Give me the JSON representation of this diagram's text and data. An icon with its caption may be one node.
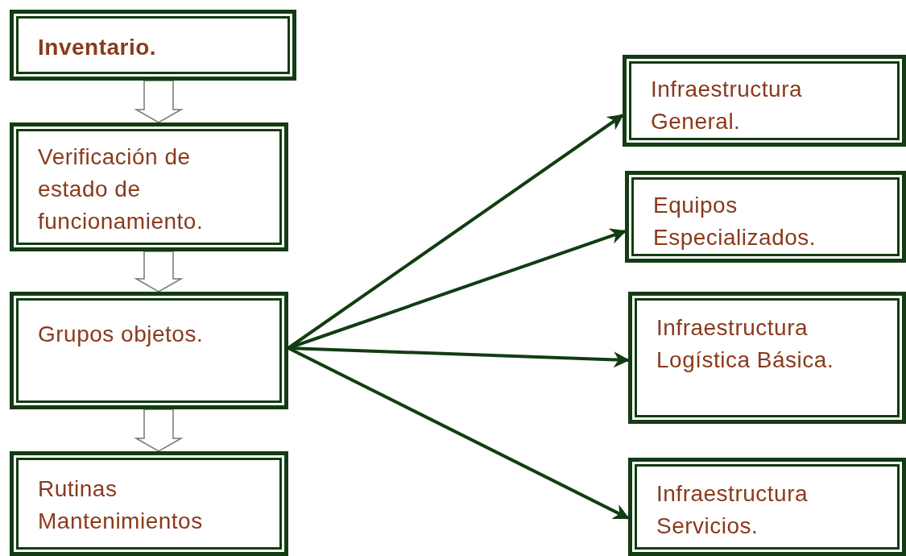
{
  "diagram": {
    "nodes": [
      {
        "text": [
          "Inventario."
        ]
      },
      {
        "text": [
          "Verificación de estado de funcionamiento."
        ]
      },
      {
        "text": [
          "Grupos  objetos."
        ]
      },
      {
        "text": [
          "Rutinas Mantenimientos"
        ]
      },
      {
        "text": [
          "Infraestructura General."
        ]
      },
      {
        "text": [
          "Equipos Especializados."
        ]
      },
      {
        "text": [
          "Infraestructura Logística Básica."
        ]
      },
      {
        "text": [
          "Infraestructura Servicios."
        ]
      }
    ],
    "edges": [
      {
        "from": 0,
        "to": 1,
        "arrow": "to",
        "color": "#6b7d6b"
      },
      {
        "from": 1,
        "to": 2,
        "arrow": "to",
        "color": "#6b7d6b"
      },
      {
        "from": 2,
        "to": 3,
        "arrow": "to",
        "color": "#6b7d6b"
      },
      {
        "from": 2,
        "to": 4,
        "arrow": "to"
      },
      {
        "from": 2,
        "to": 5,
        "arrow": "to"
      },
      {
        "from": 2,
        "to": 6,
        "arrow": "to"
      },
      {
        "from": 2,
        "to": 7,
        "arrow": "to"
      }
    ]
  }
}
